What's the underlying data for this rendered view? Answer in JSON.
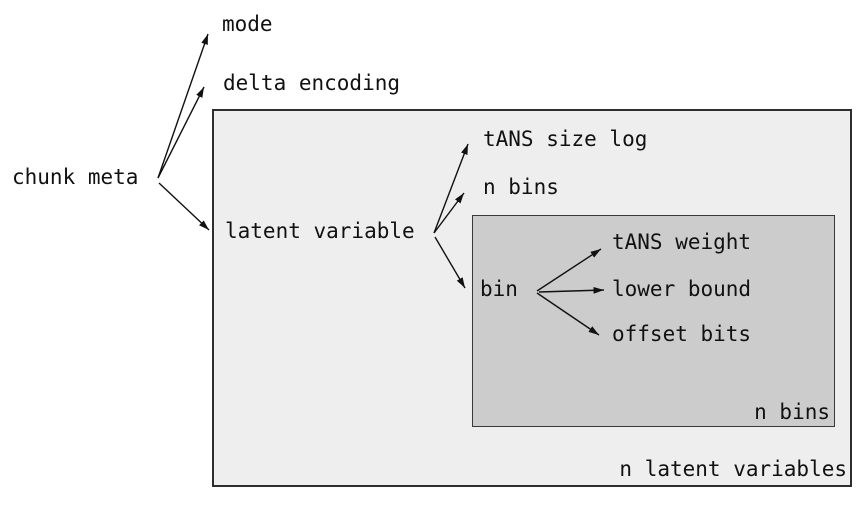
{
  "diagram": {
    "chunk_meta": {
      "label": "chunk meta",
      "children": {
        "mode": "mode",
        "delta_encoding": "delta encoding",
        "latent_variable": "latent variable"
      }
    },
    "latent_variable_box": {
      "children": {
        "tans_size_log": "tANS size log",
        "n_bins": "n bins",
        "bin": "bin"
      },
      "count_label": "n latent variables",
      "fill": "#eeeeee"
    },
    "bin_box": {
      "children": {
        "tans_weight": "tANS weight",
        "lower_bound": "lower bound",
        "offset_bits": "offset bits"
      },
      "count_label": "n bins",
      "fill": "#cccccc"
    },
    "colors": {
      "background": "#ffffff",
      "outer_box_fill": "#eeeeee",
      "inner_box_fill": "#cccccc",
      "box_border": "#2e2e2e",
      "text": "#111111",
      "arrow": "#111111"
    }
  }
}
